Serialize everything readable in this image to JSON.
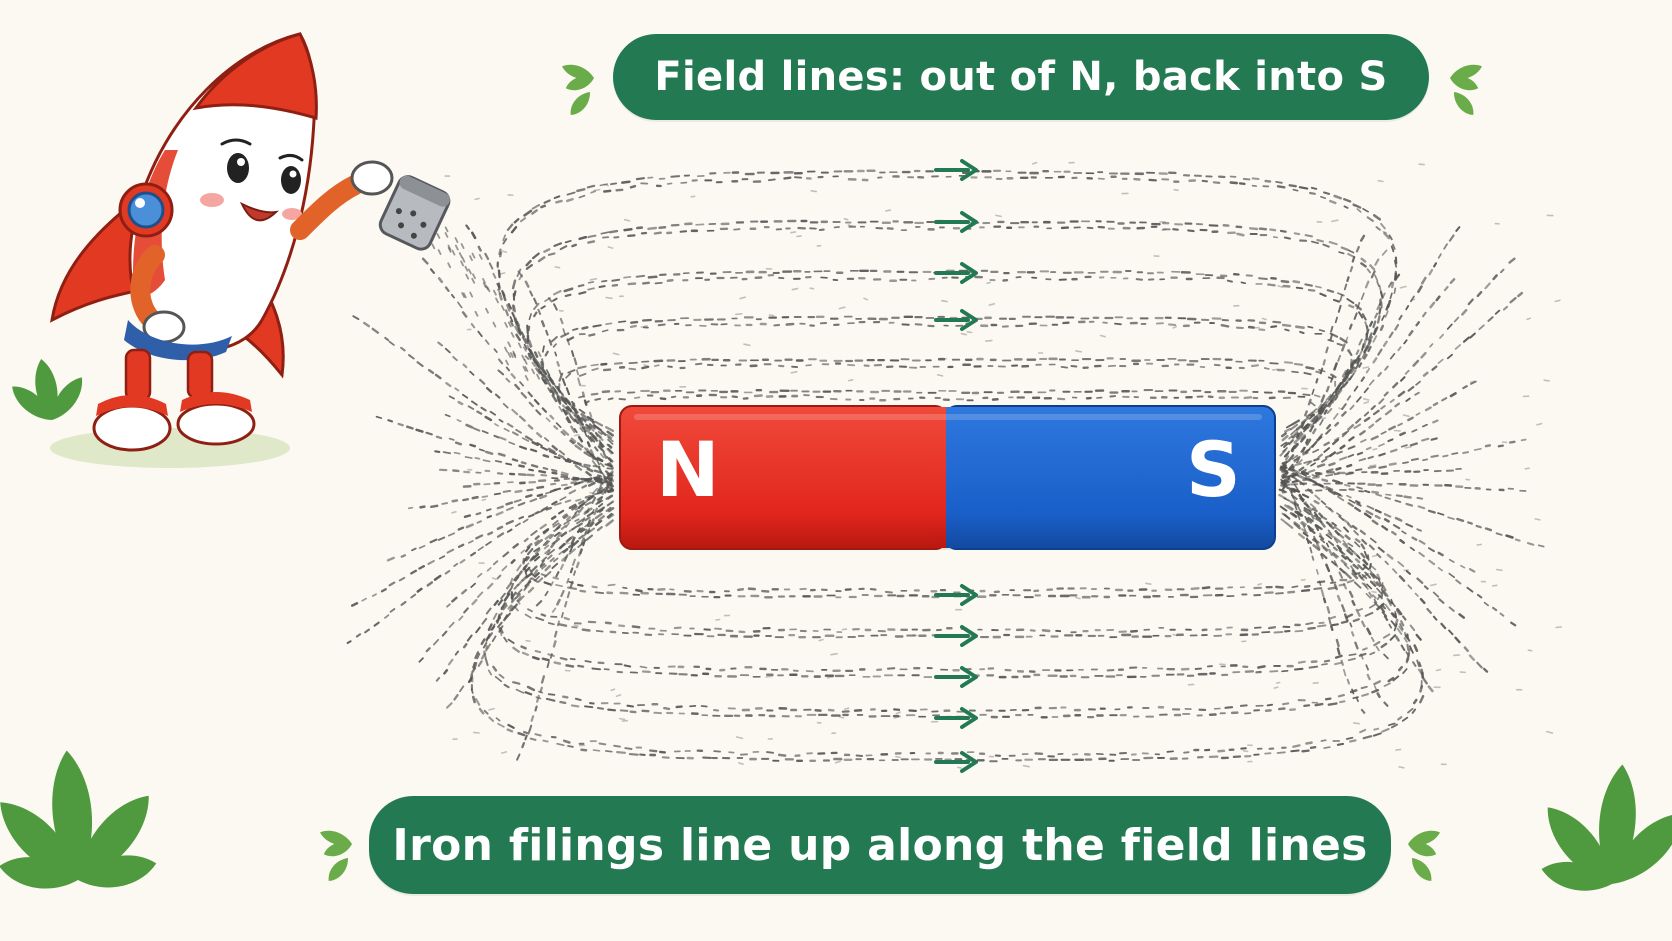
{
  "top_banner": {
    "text": "Field lines: out of N, back into S"
  },
  "bottom_banner": {
    "text": "Iron filings line up along the field lines"
  },
  "magnet": {
    "north_label": "N",
    "south_label": "S",
    "north_color": "#e2261d",
    "south_color": "#1a5fc9"
  },
  "colors": {
    "background": "#fbf9f1",
    "banner": "#237a52",
    "arrow": "#237a52",
    "filings": "#555555",
    "leaf": "#4f9a3e",
    "rocket_red": "#e23a22"
  },
  "icons": {
    "character": "rocket-character-icon",
    "shaker": "salt-shaker-icon",
    "leaf": "leaf-icon",
    "arrow": "arrow-right-icon"
  }
}
